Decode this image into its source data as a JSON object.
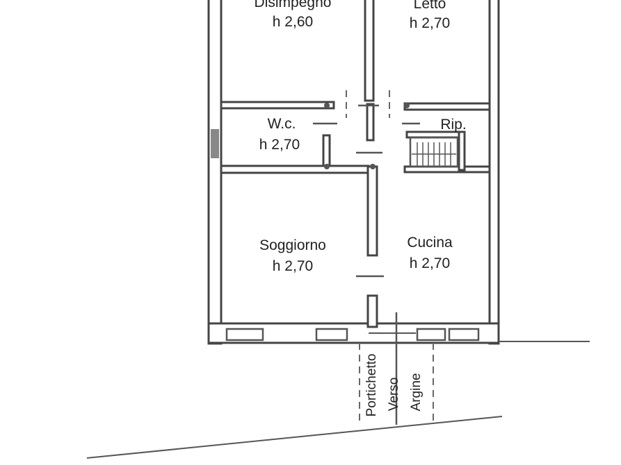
{
  "rooms": [
    {
      "id": "disimpegno",
      "name": "Disimpegno",
      "height": "h 2,60"
    },
    {
      "id": "letto",
      "name": "Letto",
      "height": "h 2,70"
    },
    {
      "id": "wc",
      "name": "W.c.",
      "height": "h 2,70"
    },
    {
      "id": "rip",
      "name": "Rip.",
      "height": ""
    },
    {
      "id": "soggiorno",
      "name": "Soggiorno",
      "height": "h 2,70"
    },
    {
      "id": "cucina",
      "name": "Cucina",
      "height": "h 2,70"
    }
  ],
  "outside": {
    "porch_label": "Portichetto",
    "direction_label_1": "Verso",
    "direction_label_2": "Argine"
  },
  "colors": {
    "wall": "#444444",
    "background": "#ffffff",
    "text": "#222222"
  }
}
